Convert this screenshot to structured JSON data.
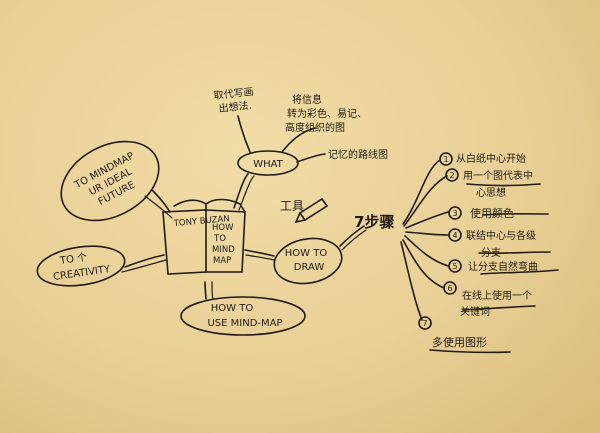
{
  "book": {
    "author": "TONY BUZAN",
    "title_line1": "HOW",
    "title_line2": "TO",
    "title_line3": "MIND",
    "title_line4": "MAP"
  },
  "nodes": {
    "future": {
      "line1": "TO MINDMAP",
      "line2": "UR IDEAL",
      "line3": "FUTURE"
    },
    "creativity": {
      "line1": "TO 个",
      "line2": "CREATIVITY"
    },
    "use": {
      "line1": "HOW TO",
      "line2": "USE MIND-MAP"
    },
    "what": {
      "label": "WHAT"
    },
    "draw": {
      "line1": "HOW TO",
      "line2": "DRAW"
    }
  },
  "what_notes": {
    "note1_line1": "取代写画",
    "note1_line2": "出想法.",
    "note2_line1": "将信息",
    "note2_line2": "转为彩色、易记、",
    "note2_line3": "高度组织的图",
    "note3": "记忆的路线图"
  },
  "draw_notes": {
    "tools_label": "工具",
    "steps_label": "7步骤",
    "steps": [
      {
        "num": "1",
        "line1": "从白纸中心开始",
        "line2": ""
      },
      {
        "num": "2",
        "line1": "用一个图代表中",
        "line2": "心思想"
      },
      {
        "num": "3",
        "line1": "使用颜色",
        "line2": ""
      },
      {
        "num": "4",
        "line1": "联结中心与各级",
        "line2": "分支"
      },
      {
        "num": "5",
        "line1": "让分支自然弯曲",
        "line2": ""
      },
      {
        "num": "6",
        "line1": "在线上使用一个",
        "line2": "关键词"
      },
      {
        "num": "7",
        "line1": "多使用图形",
        "line2": ""
      }
    ]
  },
  "colors": {
    "ink": "#231a12",
    "paper": "#e7cf93"
  }
}
